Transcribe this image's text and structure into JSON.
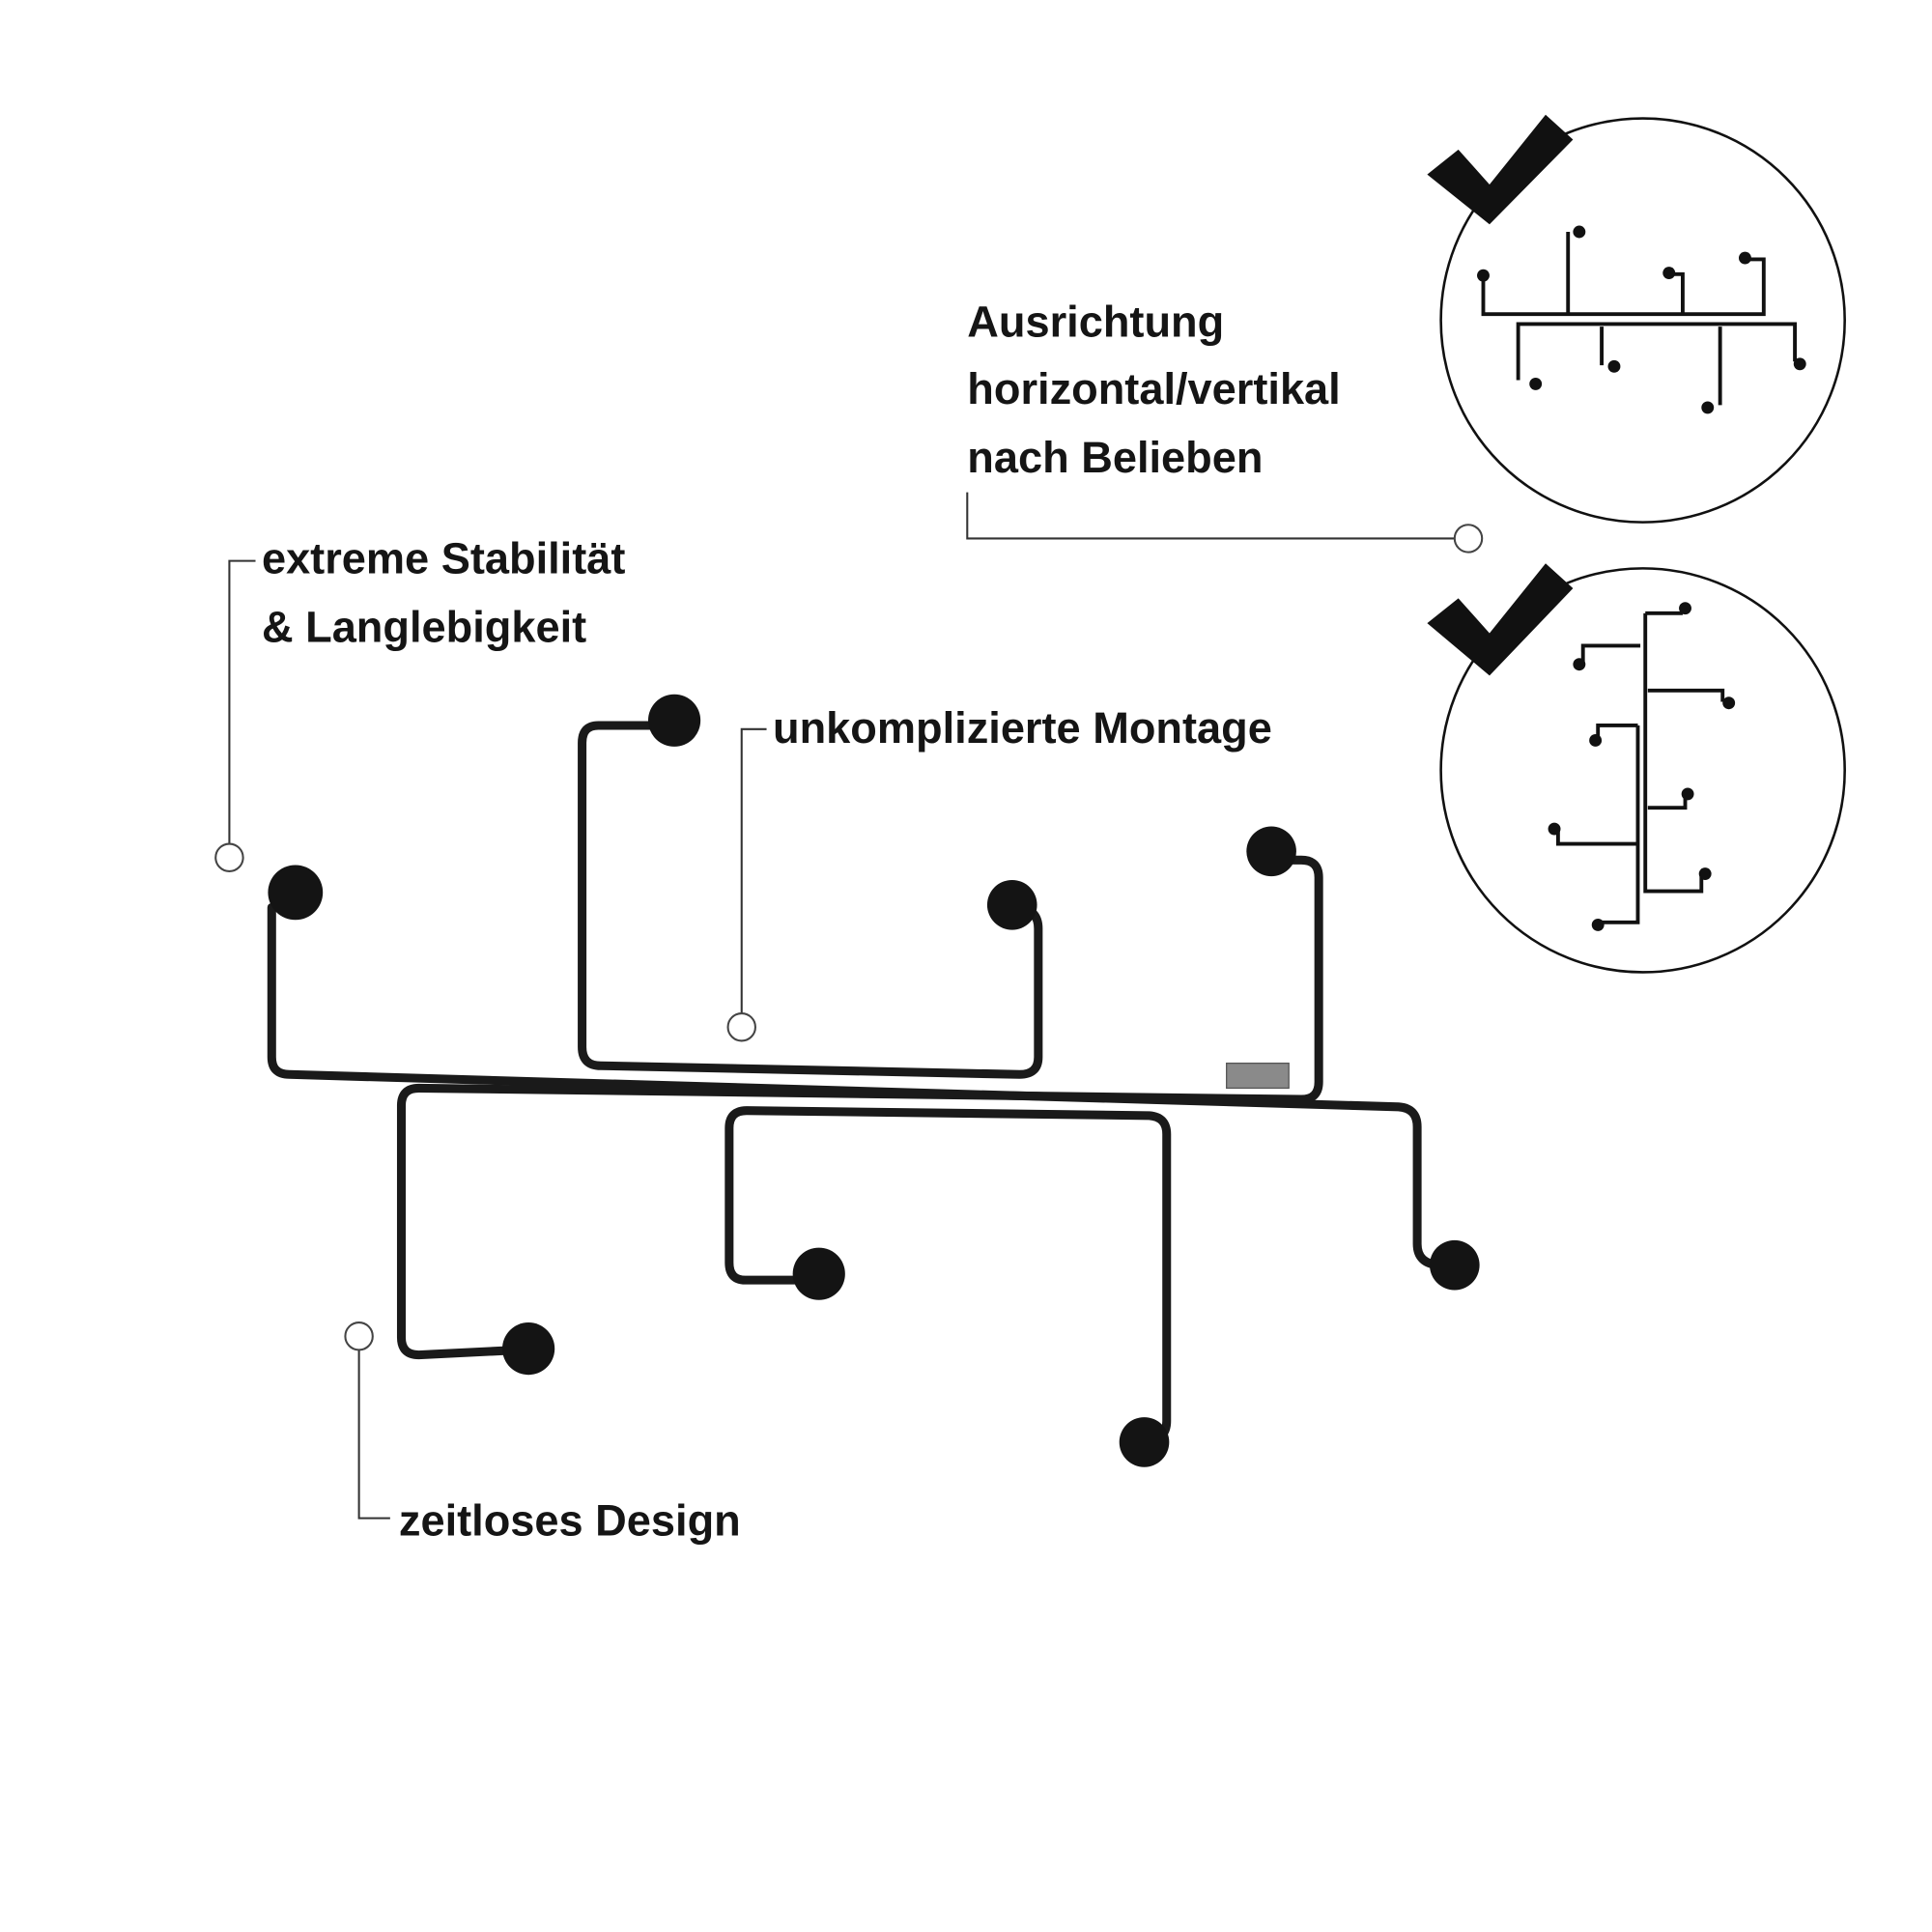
{
  "features": {
    "stability": [
      "extreme Stabilität",
      "& Langlebigkeit"
    ],
    "mounting": "unkomplizierte Montage",
    "design": "zeitloses Design",
    "orientation": [
      "Ausrichtung",
      "horizontal/vertikal",
      "nach Belieben"
    ]
  },
  "icons": [
    "checkmark-icon",
    "checkmark-icon"
  ],
  "colors": {
    "rod": "#1a1a1a",
    "text": "#151515"
  }
}
